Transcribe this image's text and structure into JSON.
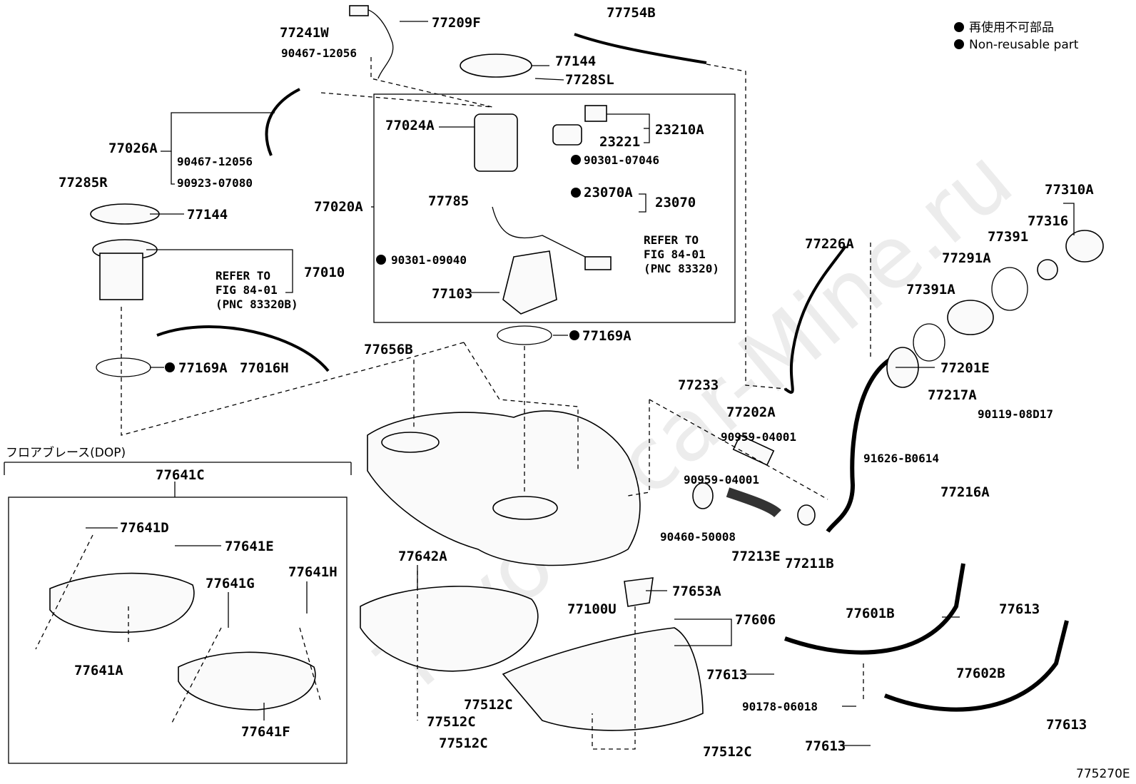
{
  "legend": {
    "jp": "再使用不可部品",
    "en": "Non-reusable part"
  },
  "watermark": "Toyota-car-Mine.ru",
  "diagram_id": "775270E",
  "floor_brace_title": "フロアブレース(DOP)",
  "labels": {
    "l77754B": "77754B",
    "l77209F": "77209F",
    "l77241W": "77241W",
    "l90467a": "90467-12056",
    "l77144a": "77144",
    "l7728SL": "7728SL",
    "l77026A": "77026A",
    "l90467b": "90467-12056",
    "l90923": "90923-07080",
    "l77024A": "77024A",
    "l23221": "23221",
    "l23210A": "23210A",
    "l90301_07046": "90301-07046",
    "l77285R": "77285R",
    "l77144b": "77144",
    "l77020A": "77020A",
    "l23070A": "23070A",
    "l23070": "23070",
    "l77785": "77785",
    "l77310A": "77310A",
    "l77316": "77316",
    "l77391a": "77391",
    "l77226A": "77226A",
    "l77291A": "77291A",
    "l77010": "77010",
    "l90301_09040": "90301-09040",
    "l77103": "77103",
    "l77391A": "77391A",
    "l77169A_a": "77169A",
    "l77169A_b": "77169A",
    "l77016H": "77016H",
    "l77656B": "77656B",
    "l77201E": "77201E",
    "l77233": "77233",
    "l77202A": "77202A",
    "l77217A": "77217A",
    "l90119": "90119-08D17",
    "l90959a": "90959-04001",
    "l90959b": "90959-04001",
    "l91626": "91626-B0614",
    "l77216A": "77216A",
    "l77641C": "77641C",
    "l77641D": "77641D",
    "l77641E": "77641E",
    "l77641G": "77641G",
    "l77641H": "77641H",
    "l77641A": "77641A",
    "l77641F": "77641F",
    "l77642A": "77642A",
    "l90460": "90460-50008",
    "l77213E": "77213E",
    "l77211B": "77211B",
    "l77100U": "77100U",
    "l77653A": "77653A",
    "l77606": "77606",
    "l77601B": "77601B",
    "l77613a": "77613",
    "l77613b": "77613",
    "l77602B": "77602B",
    "l90178": "90178-06018",
    "l77613c": "77613",
    "l77613d": "77613",
    "l77512C_a": "77512C",
    "l77512C_b": "77512C",
    "l77512C_c": "77512C",
    "l77512C_d": "77512C"
  },
  "refer_notes": {
    "ref1_l1": "REFER TO",
    "ref1_l2": "FIG 84-01",
    "ref1_l3": "(PNC 83320B)",
    "ref2_l1": "REFER TO",
    "ref2_l2": "FIG 84-01",
    "ref2_l3": "(PNC 83320)"
  }
}
